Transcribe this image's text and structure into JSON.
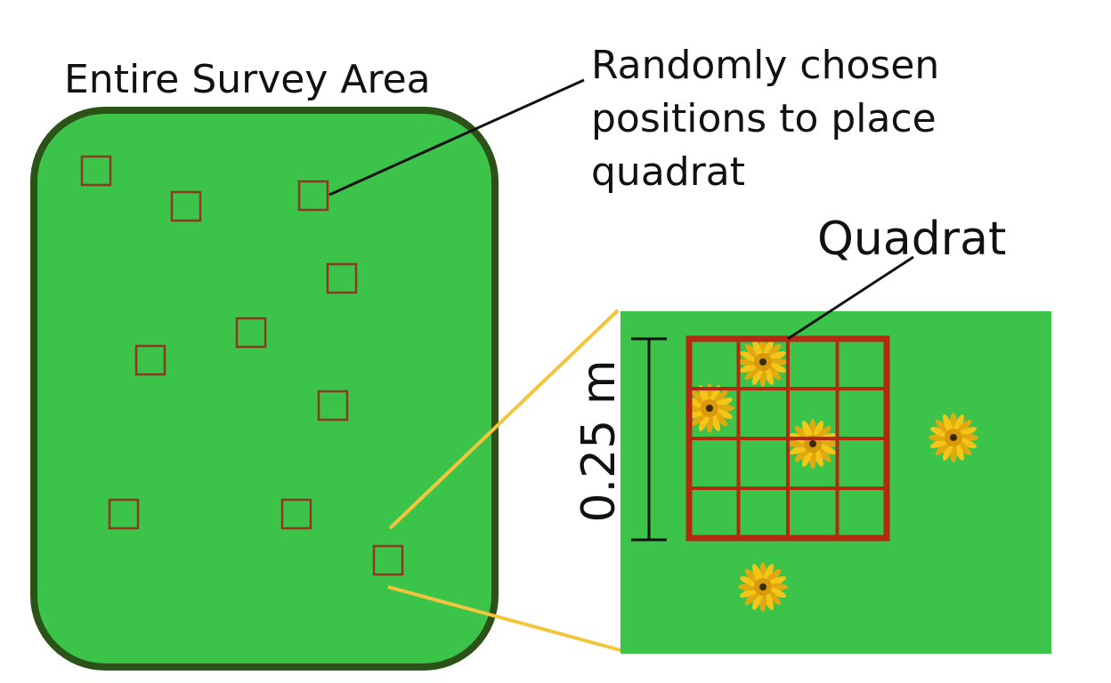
{
  "labels": {
    "survey_area": "Entire Survey Area",
    "random_positions": [
      "Randomly chosen",
      "positions to place",
      "quadrat"
    ],
    "quadrat": "Quadrat",
    "dimension": "0.25 m"
  },
  "colors": {
    "grass": "#3cc34a",
    "area_border": "#2c5317",
    "quadrat_frame": "#b22a12",
    "small_quadrat": "#8b3a1f",
    "zoom_line": "#f2c53d",
    "flower_petal": "#f5c518",
    "flower_center": "#3b2a0a",
    "ink": "#111111"
  },
  "quadrat_grid": {
    "rows": 4,
    "cols": 4
  },
  "sample_count": 10,
  "flower_count": 5
}
